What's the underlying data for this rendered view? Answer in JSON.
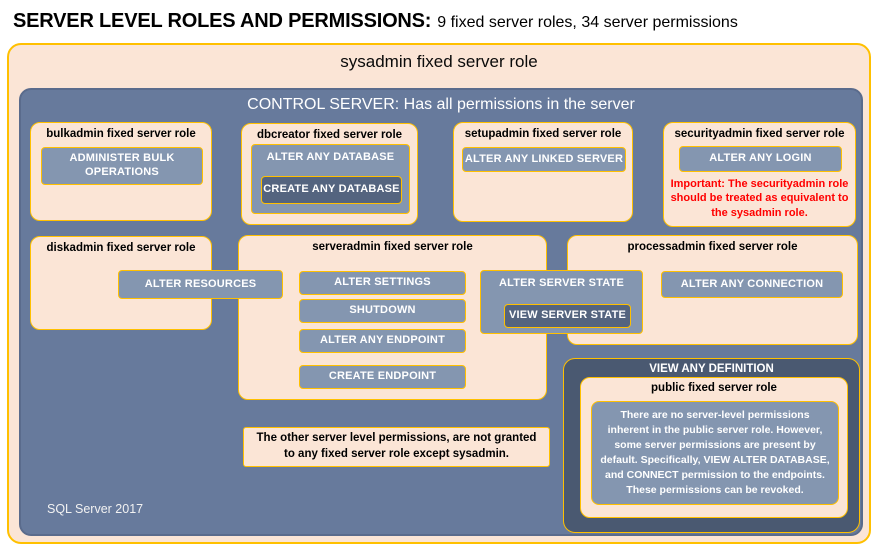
{
  "title": {
    "main": "SERVER LEVEL ROLES AND PERMISSIONS:",
    "sub": "9 fixed server roles, 34 server permissions"
  },
  "sysadmin": {
    "label": "sysadmin fixed server role"
  },
  "control_server": {
    "label": "CONTROL SERVER: Has all permissions in the server",
    "footer": "SQL Server 2017"
  },
  "bulkadmin": {
    "title": "bulkadmin fixed server role",
    "perm": "ADMINISTER BULK OPERATIONS"
  },
  "dbcreator": {
    "title": "dbcreator fixed server role",
    "perm_outer": "ALTER ANY DATABASE",
    "perm_inner": "CREATE ANY DATABASE"
  },
  "setupadmin": {
    "title": "setupadmin fixed server role",
    "perm": "ALTER ANY LINKED SERVER"
  },
  "securityadmin": {
    "title": "securityadmin fixed server role",
    "perm": "ALTER ANY LOGIN",
    "warning": "Important: The securityadmin role should be treated as equivalent to the sysadmin role."
  },
  "diskadmin": {
    "title": "diskadmin fixed server role",
    "perm": "ALTER RESOURCES"
  },
  "serveradmin": {
    "title": "serveradmin fixed server role",
    "perms": [
      "ALTER SETTINGS",
      "SHUTDOWN",
      "ALTER ANY ENDPOINT",
      "CREATE ENDPOINT"
    ]
  },
  "shared_state": {
    "perm_outer": "ALTER SERVER STATE",
    "perm_inner": "VIEW SERVER STATE"
  },
  "processadmin": {
    "title": "processadmin fixed server role",
    "perm": "ALTER ANY CONNECTION"
  },
  "view_any_definition": {
    "label": "VIEW ANY DEFINITION",
    "public_title": "public fixed server role",
    "public_body": "There are no server-level permissions inherent in the public server role. However, some server permissions are present by default. Specifically, VIEW ALTER DATABASE, and CONNECT permission to the endpoints. These permissions can be revoked."
  },
  "note": "The other server level permissions, are not granted to any fixed server role except sysadmin.",
  "colors": {
    "peach": "#FBE5D6",
    "gold_border": "#FFC000",
    "control_blue": "#677A9C",
    "permission_blue": "#8496B0",
    "dark_permission_blue": "#54647F",
    "view_any_definition_blue": "#4A5971",
    "warning_red": "#FF0000"
  }
}
